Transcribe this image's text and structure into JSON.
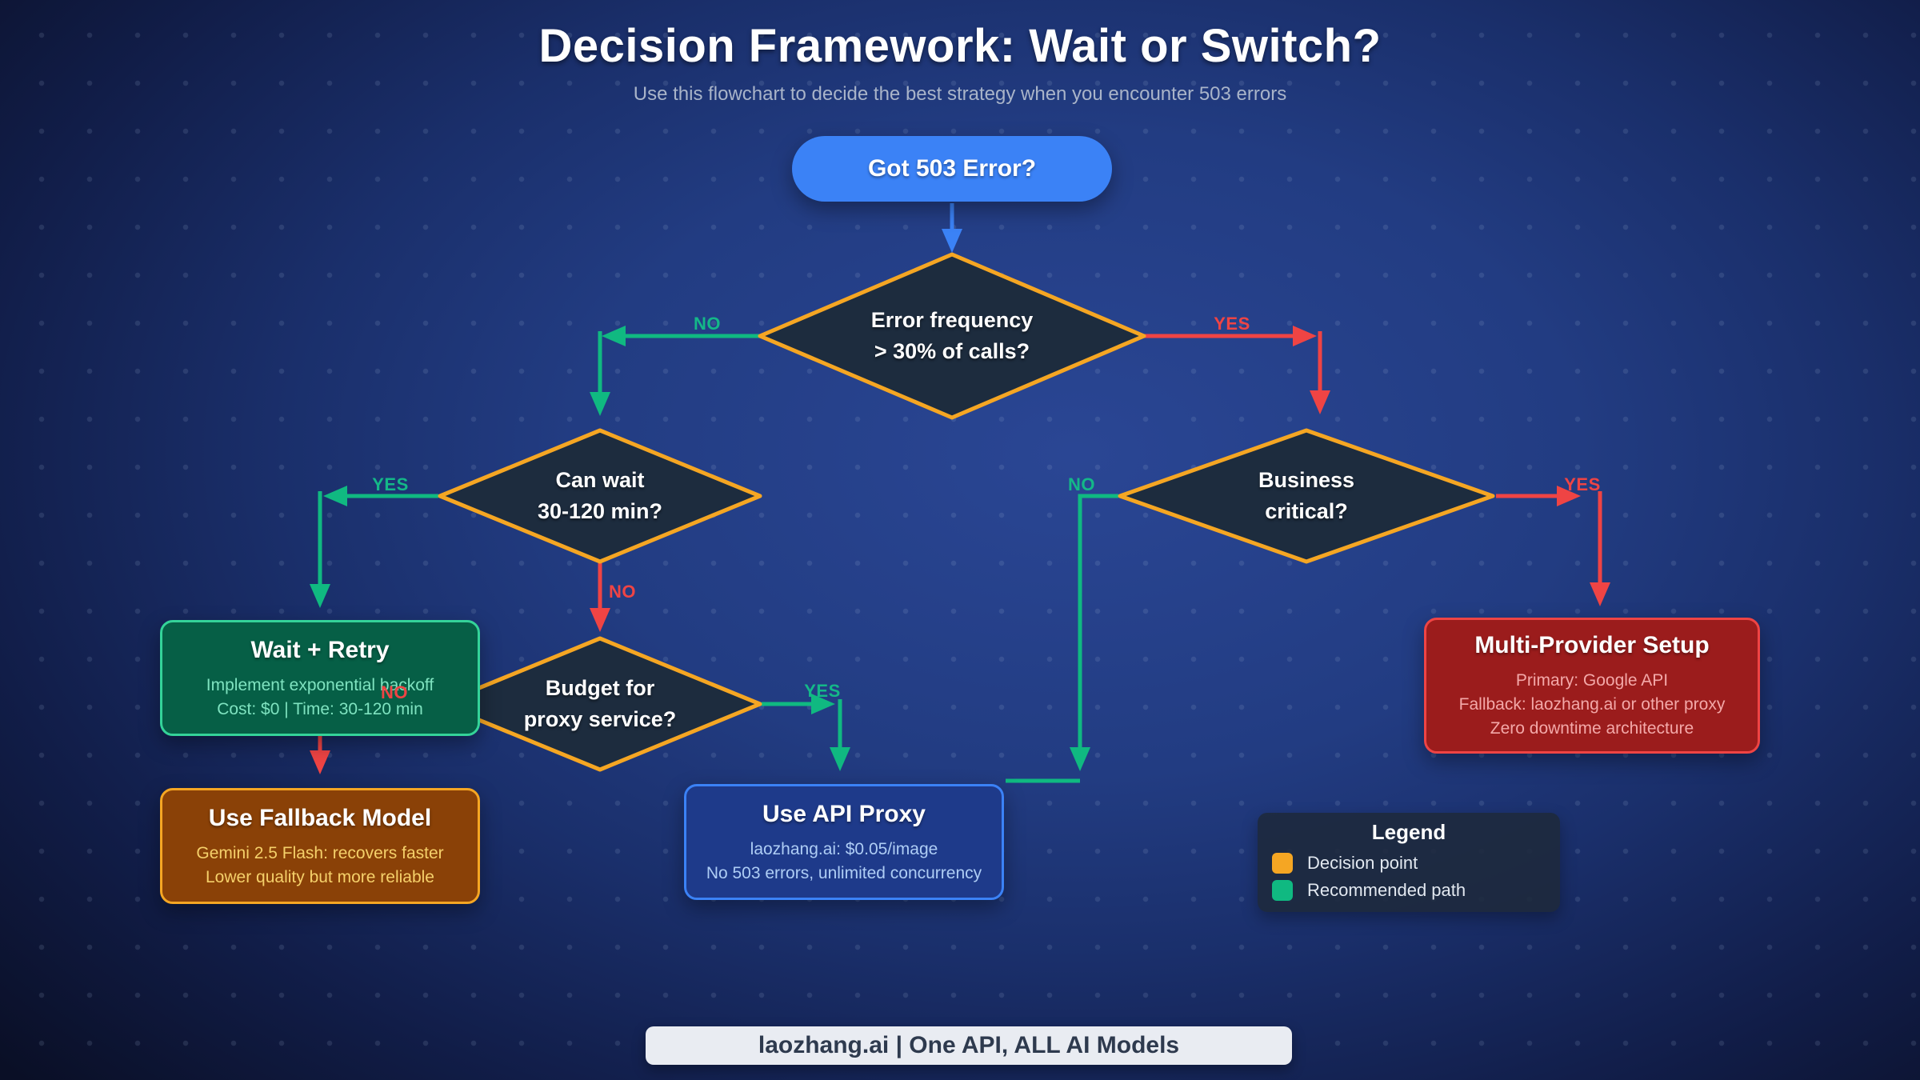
{
  "header": {
    "title": "Decision Framework: Wait or Switch?",
    "subtitle": "Use this flowchart to decide the best strategy when you encounter 503 errors"
  },
  "nodes": {
    "start": {
      "label": "Got 503 Error?"
    },
    "d_error_freq": {
      "line1": "Error frequency",
      "line2": "> 30% of calls?"
    },
    "d_can_wait": {
      "line1": "Can wait",
      "line2": "30-120 min?"
    },
    "d_business": {
      "line1": "Business",
      "line2": "critical?"
    },
    "d_budget": {
      "line1": "Budget for",
      "line2": "proxy service?"
    },
    "wait_retry": {
      "title": "Wait + Retry",
      "line1": "Implement exponential backoff",
      "line2": "Cost: $0 | Time: 30-120 min"
    },
    "fallback": {
      "title": "Use Fallback Model",
      "line1": "Gemini 2.5 Flash: recovers faster",
      "line2": "Lower quality but more reliable"
    },
    "api_proxy": {
      "title": "Use API Proxy",
      "line1": "laozhang.ai: $0.05/image",
      "line2": "No 503 errors, unlimited concurrency"
    },
    "multi_provider": {
      "title": "Multi-Provider Setup",
      "line1": "Primary: Google API",
      "line2": "Fallback: laozhang.ai or other proxy",
      "line3": "Zero downtime architecture"
    }
  },
  "edges": [
    {
      "from": "start",
      "to": "d_error_freq",
      "label": "",
      "color": "blue"
    },
    {
      "from": "d_error_freq",
      "to": "d_can_wait",
      "label": "NO",
      "color": "green"
    },
    {
      "from": "d_error_freq",
      "to": "d_business",
      "label": "YES",
      "color": "red"
    },
    {
      "from": "d_can_wait",
      "to": "wait_retry",
      "label": "YES",
      "color": "green"
    },
    {
      "from": "d_can_wait",
      "to": "d_budget",
      "label": "NO",
      "color": "red"
    },
    {
      "from": "d_budget",
      "to": "fallback",
      "label": "NO",
      "color": "red"
    },
    {
      "from": "d_budget",
      "to": "api_proxy",
      "label": "YES",
      "color": "green"
    },
    {
      "from": "d_business",
      "to": "api_proxy",
      "label": "NO",
      "color": "green"
    },
    {
      "from": "d_business",
      "to": "multi_provider",
      "label": "YES",
      "color": "red"
    }
  ],
  "legend": {
    "title": "Legend",
    "items": [
      {
        "label": "Decision point",
        "color": "#f5a623"
      },
      {
        "label": "Recommended path",
        "color": "#10b981"
      }
    ]
  },
  "footer": {
    "banner": "laozhang.ai | One API, ALL AI Models"
  },
  "colors": {
    "background_center": "#2a4694",
    "background_edge": "#0a0f26",
    "start_pill": "#3b82f6",
    "decision_border": "#f5a623",
    "decision_fill": "#1d2c3e",
    "path_green": "#10b981",
    "path_red": "#ef4444",
    "path_blue": "#3b82f6",
    "box_green": "#065f46",
    "box_orange": "#8a4107",
    "box_blue": "#1e3a8a",
    "box_red": "#9b1c1c"
  }
}
